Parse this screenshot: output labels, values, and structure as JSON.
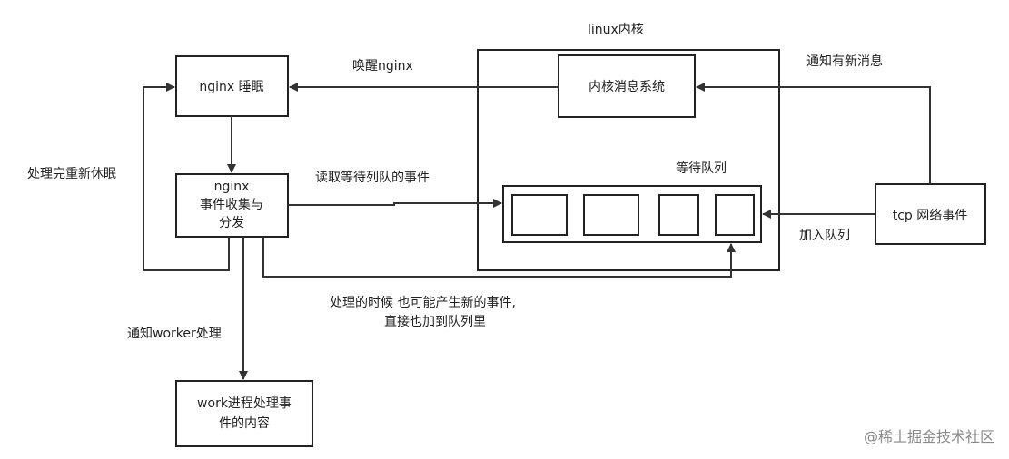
{
  "nodes": {
    "sleep": "nginx 睡眠",
    "collect": [
      "nginx",
      "事件收集与",
      "分发"
    ],
    "worker": [
      "work进程处理事",
      "件的内容"
    ],
    "kernel_title": "linux内核",
    "kernel_msg": "内核消息系统",
    "wait_queue_title": "等待队列",
    "tcp": "tcp 网络事件"
  },
  "edges": {
    "wake": "唤醒nginx",
    "notify_new": "通知有新消息",
    "read_queue": "读取等待列队的事件",
    "add_queue": "加入队列",
    "resleep": "处理完重新休眠",
    "notify_worker": "通知worker处理",
    "new_events": [
      "处理的时候 也可能产生新的事件,",
      "直接也加到队列里"
    ]
  },
  "watermark": "@稀土掘金技术社区",
  "colors": {
    "stroke": "#222222",
    "text": "#222222",
    "watermark": "#8a8a8a"
  }
}
